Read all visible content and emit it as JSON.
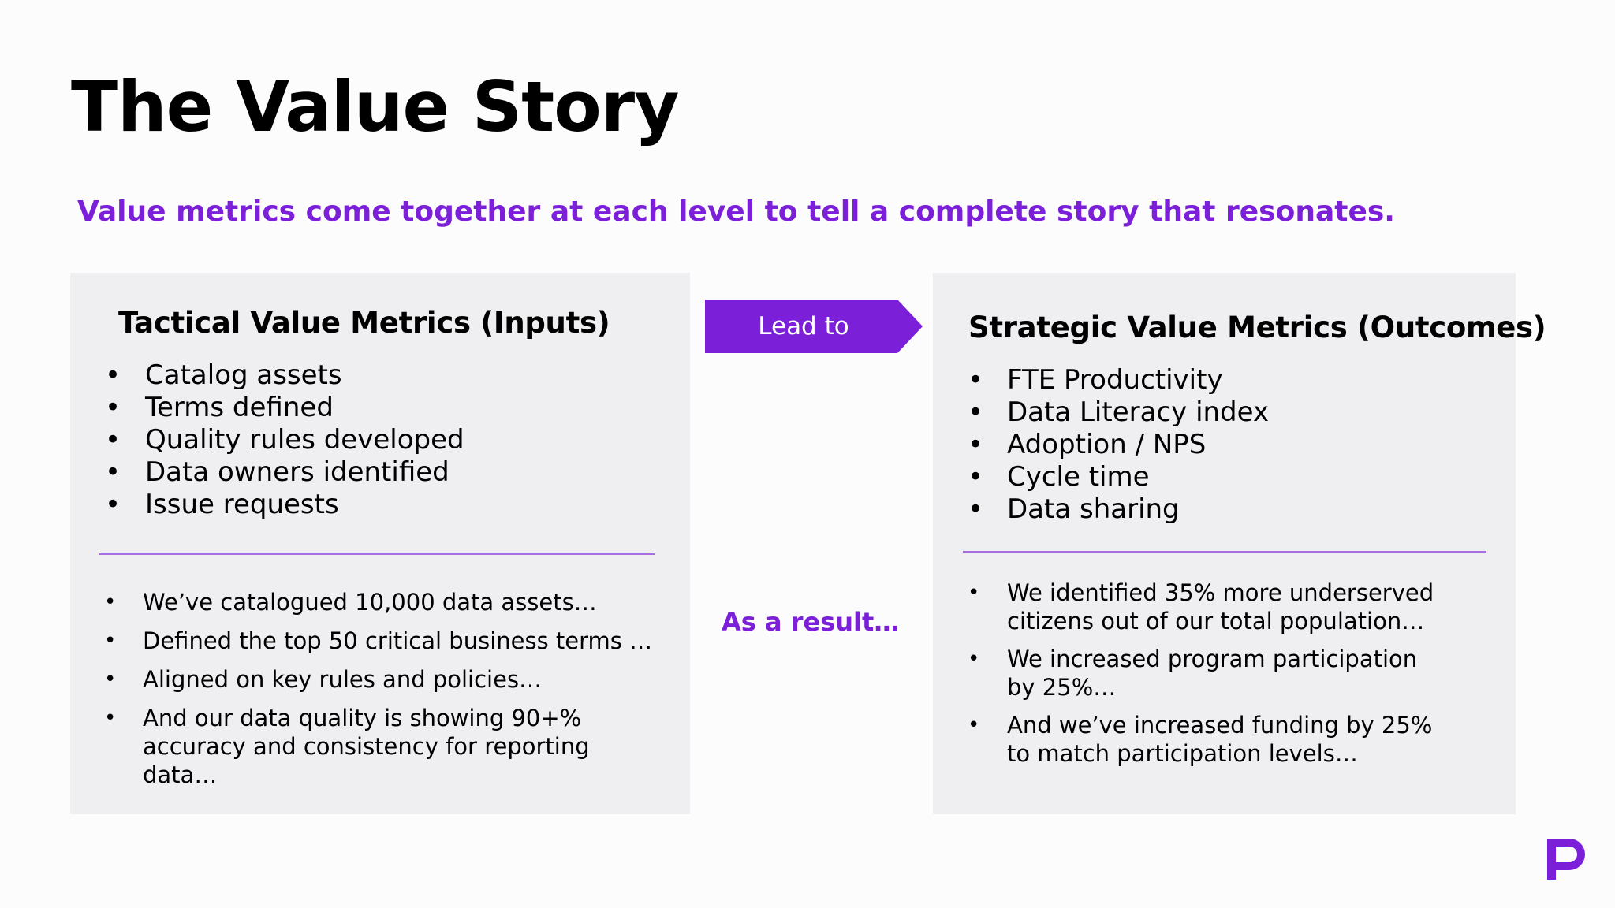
{
  "slide": {
    "title": "The Value Story",
    "subtitle": "Value metrics come together at each level to tell a complete story that resonates."
  },
  "left_panel": {
    "heading": "Tactical Value Metrics (Inputs)",
    "metrics": [
      "Catalog assets",
      "Terms defined",
      "Quality rules developed",
      "Data owners identified",
      "Issue requests"
    ],
    "statements": [
      "We’ve catalogued 10,000 data assets…",
      "Defined the top 50 critical business terms …",
      "Aligned on key rules and policies…",
      "And our data quality is showing 90+% accuracy and consistency for reporting data…"
    ]
  },
  "connector": {
    "arrow_label": "Lead to",
    "result_label": "As a result…"
  },
  "right_panel": {
    "heading": "Strategic Value Metrics (Outcomes)",
    "metrics": [
      "FTE Productivity",
      "Data Literacy index",
      "Adoption / NPS",
      "Cycle time",
      "Data sharing"
    ],
    "statements": [
      "We identified 35% more underserved citizens out of our total population…",
      "We increased program participation by 25%…",
      "And we’ve increased funding by 25% to match participation levels…"
    ]
  },
  "theme": {
    "accent": "#7b1fd9",
    "panel_background": "#efeef1",
    "divider": "#a86ee0"
  },
  "logo": {
    "icon": "brand-p-logo-icon"
  }
}
